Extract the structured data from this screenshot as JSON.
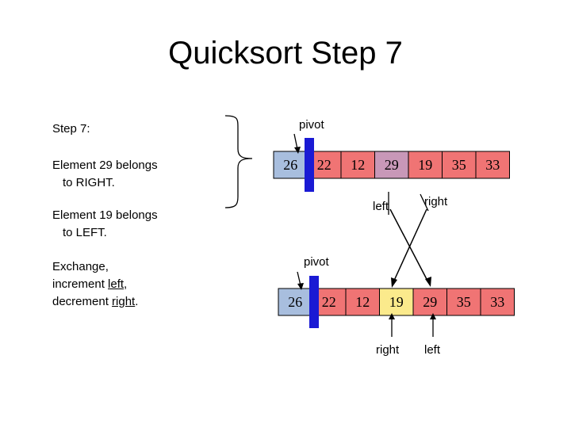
{
  "title": "Quicksort Step 7",
  "sidebar": {
    "step": "Step 7:",
    "line1a": "Element 29 belongs",
    "line1b": "to RIGHT.",
    "line2a": "Element 19 belongs",
    "line2b": "to LEFT.",
    "line3a": "Exchange,",
    "line3b_pre": "increment ",
    "line3b_word": "left",
    "line3b_post": ",",
    "line3c_pre": "decrement ",
    "line3c_word": "right",
    "line3c_post": "."
  },
  "top_array": {
    "values": [
      "26",
      "22",
      "12",
      "29",
      "19",
      "35",
      "33"
    ],
    "fills": [
      "#a8bede",
      "#f07474",
      "#f07474",
      "#c898b8",
      "#f07474",
      "#f07474",
      "#f07474"
    ],
    "pivot_label": "pivot",
    "left_label": "left",
    "right_label": "right"
  },
  "bottom_array": {
    "values": [
      "26",
      "22",
      "12",
      "19",
      "29",
      "35",
      "33"
    ],
    "fills": [
      "#a8bede",
      "#f07474",
      "#f07474",
      "#fbea8c",
      "#f07474",
      "#f07474",
      "#f07474"
    ],
    "pivot_label": "pivot",
    "left_label": "left",
    "right_label": "right"
  },
  "colors": {
    "pivot_bar": "#1a1ad4",
    "line": "#000000",
    "cell_border": "#000000"
  }
}
